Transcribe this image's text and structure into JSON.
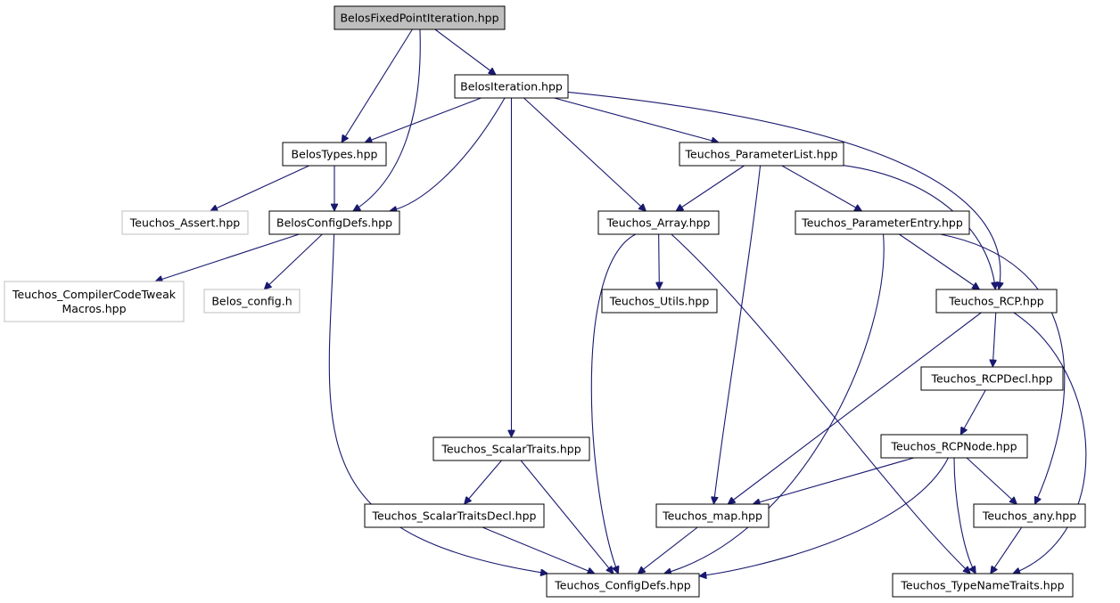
{
  "diagram": {
    "nodes": [
      {
        "id": "fixedpoint",
        "lines": [
          "BelosFixedPointIteration.hpp"
        ],
        "kind": "root"
      },
      {
        "id": "iteration",
        "lines": [
          "BelosIteration.hpp"
        ],
        "kind": "normal"
      },
      {
        "id": "types",
        "lines": [
          "BelosTypes.hpp"
        ],
        "kind": "normal"
      },
      {
        "id": "paramlist",
        "lines": [
          "Teuchos_ParameterList.hpp"
        ],
        "kind": "normal"
      },
      {
        "id": "assert",
        "lines": [
          "Teuchos_Assert.hpp"
        ],
        "kind": "external"
      },
      {
        "id": "configdefs",
        "lines": [
          "BelosConfigDefs.hpp"
        ],
        "kind": "normal"
      },
      {
        "id": "array",
        "lines": [
          "Teuchos_Array.hpp"
        ],
        "kind": "normal"
      },
      {
        "id": "paramentry",
        "lines": [
          "Teuchos_ParameterEntry.hpp"
        ],
        "kind": "normal"
      },
      {
        "id": "compilertweak",
        "lines": [
          "Teuchos_CompilerCodeTweak",
          "Macros.hpp"
        ],
        "kind": "external"
      },
      {
        "id": "belosconfig",
        "lines": [
          "Belos_config.h"
        ],
        "kind": "external"
      },
      {
        "id": "utils",
        "lines": [
          "Teuchos_Utils.hpp"
        ],
        "kind": "normal"
      },
      {
        "id": "rcp",
        "lines": [
          "Teuchos_RCP.hpp"
        ],
        "kind": "normal"
      },
      {
        "id": "rcpdecl",
        "lines": [
          "Teuchos_RCPDecl.hpp"
        ],
        "kind": "normal"
      },
      {
        "id": "scalartraits",
        "lines": [
          "Teuchos_ScalarTraits.hpp"
        ],
        "kind": "normal"
      },
      {
        "id": "rcpnode",
        "lines": [
          "Teuchos_RCPNode.hpp"
        ],
        "kind": "normal"
      },
      {
        "id": "scalartraitsdecl",
        "lines": [
          "Teuchos_ScalarTraitsDecl.hpp"
        ],
        "kind": "normal"
      },
      {
        "id": "map",
        "lines": [
          "Teuchos_map.hpp"
        ],
        "kind": "normal"
      },
      {
        "id": "any",
        "lines": [
          "Teuchos_any.hpp"
        ],
        "kind": "normal"
      },
      {
        "id": "teuchosconfig",
        "lines": [
          "Teuchos_ConfigDefs.hpp"
        ],
        "kind": "normal"
      },
      {
        "id": "typenametraits",
        "lines": [
          "Teuchos_TypeNameTraits.hpp"
        ],
        "kind": "normal"
      }
    ],
    "edges": [
      [
        "fixedpoint",
        "iteration"
      ],
      [
        "fixedpoint",
        "types"
      ],
      [
        "fixedpoint",
        "configdefs"
      ],
      [
        "iteration",
        "types"
      ],
      [
        "iteration",
        "configdefs"
      ],
      [
        "iteration",
        "scalartraits"
      ],
      [
        "iteration",
        "array"
      ],
      [
        "iteration",
        "paramlist"
      ],
      [
        "iteration",
        "rcp"
      ],
      [
        "types",
        "assert"
      ],
      [
        "types",
        "configdefs"
      ],
      [
        "configdefs",
        "compilertweak"
      ],
      [
        "configdefs",
        "belosconfig"
      ],
      [
        "configdefs",
        "teuchosconfig"
      ],
      [
        "paramlist",
        "array"
      ],
      [
        "paramlist",
        "paramentry"
      ],
      [
        "paramlist",
        "map"
      ],
      [
        "paramlist",
        "rcp"
      ],
      [
        "array",
        "utils"
      ],
      [
        "array",
        "teuchosconfig"
      ],
      [
        "array",
        "typenametraits"
      ],
      [
        "paramentry",
        "rcp"
      ],
      [
        "paramentry",
        "any"
      ],
      [
        "paramentry",
        "teuchosconfig"
      ],
      [
        "rcp",
        "rcpdecl"
      ],
      [
        "rcp",
        "map"
      ],
      [
        "rcp",
        "typenametraits"
      ],
      [
        "rcpdecl",
        "rcpnode"
      ],
      [
        "rcpnode",
        "map"
      ],
      [
        "rcpnode",
        "any"
      ],
      [
        "rcpnode",
        "teuchosconfig"
      ],
      [
        "rcpnode",
        "typenametraits"
      ],
      [
        "scalartraits",
        "scalartraitsdecl"
      ],
      [
        "scalartraits",
        "teuchosconfig"
      ],
      [
        "scalartraitsdecl",
        "teuchosconfig"
      ],
      [
        "map",
        "teuchosconfig"
      ],
      [
        "any",
        "typenametraits"
      ]
    ]
  }
}
